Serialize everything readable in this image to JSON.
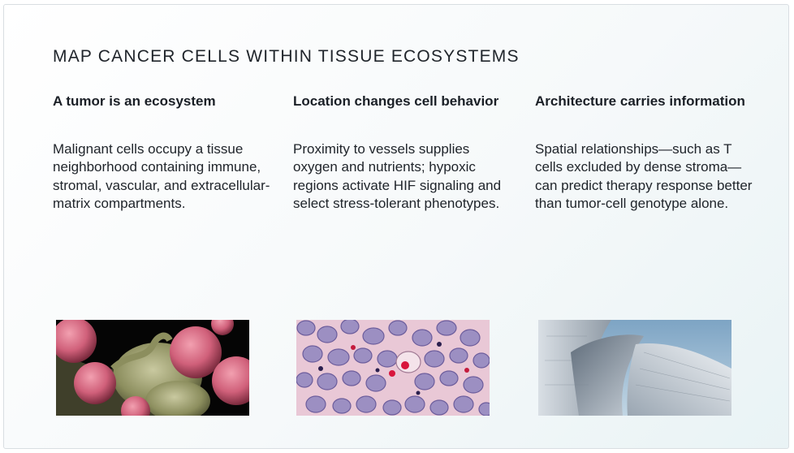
{
  "slide": {
    "title": "MAP CANCER CELLS WITHIN TISSUE ECOSYSTEMS",
    "columns": [
      {
        "heading": "A tumor is an ecosystem",
        "body": "Malignant cells occupy a tissue neighborhood containing immune, stromal, vascular, and extracellular-matrix compartments."
      },
      {
        "heading": "Location changes cell behavior",
        "body": "Proximity to vessels supplies oxygen and nutrients; hypoxic regions activate HIF signaling and select stress-tolerant phenotypes."
      },
      {
        "heading": "Architecture carries information",
        "body": "Spatial relationships—such as T cells excluded by dense stroma—can predict therapy response better than tumor-cell genotype alone."
      }
    ]
  }
}
